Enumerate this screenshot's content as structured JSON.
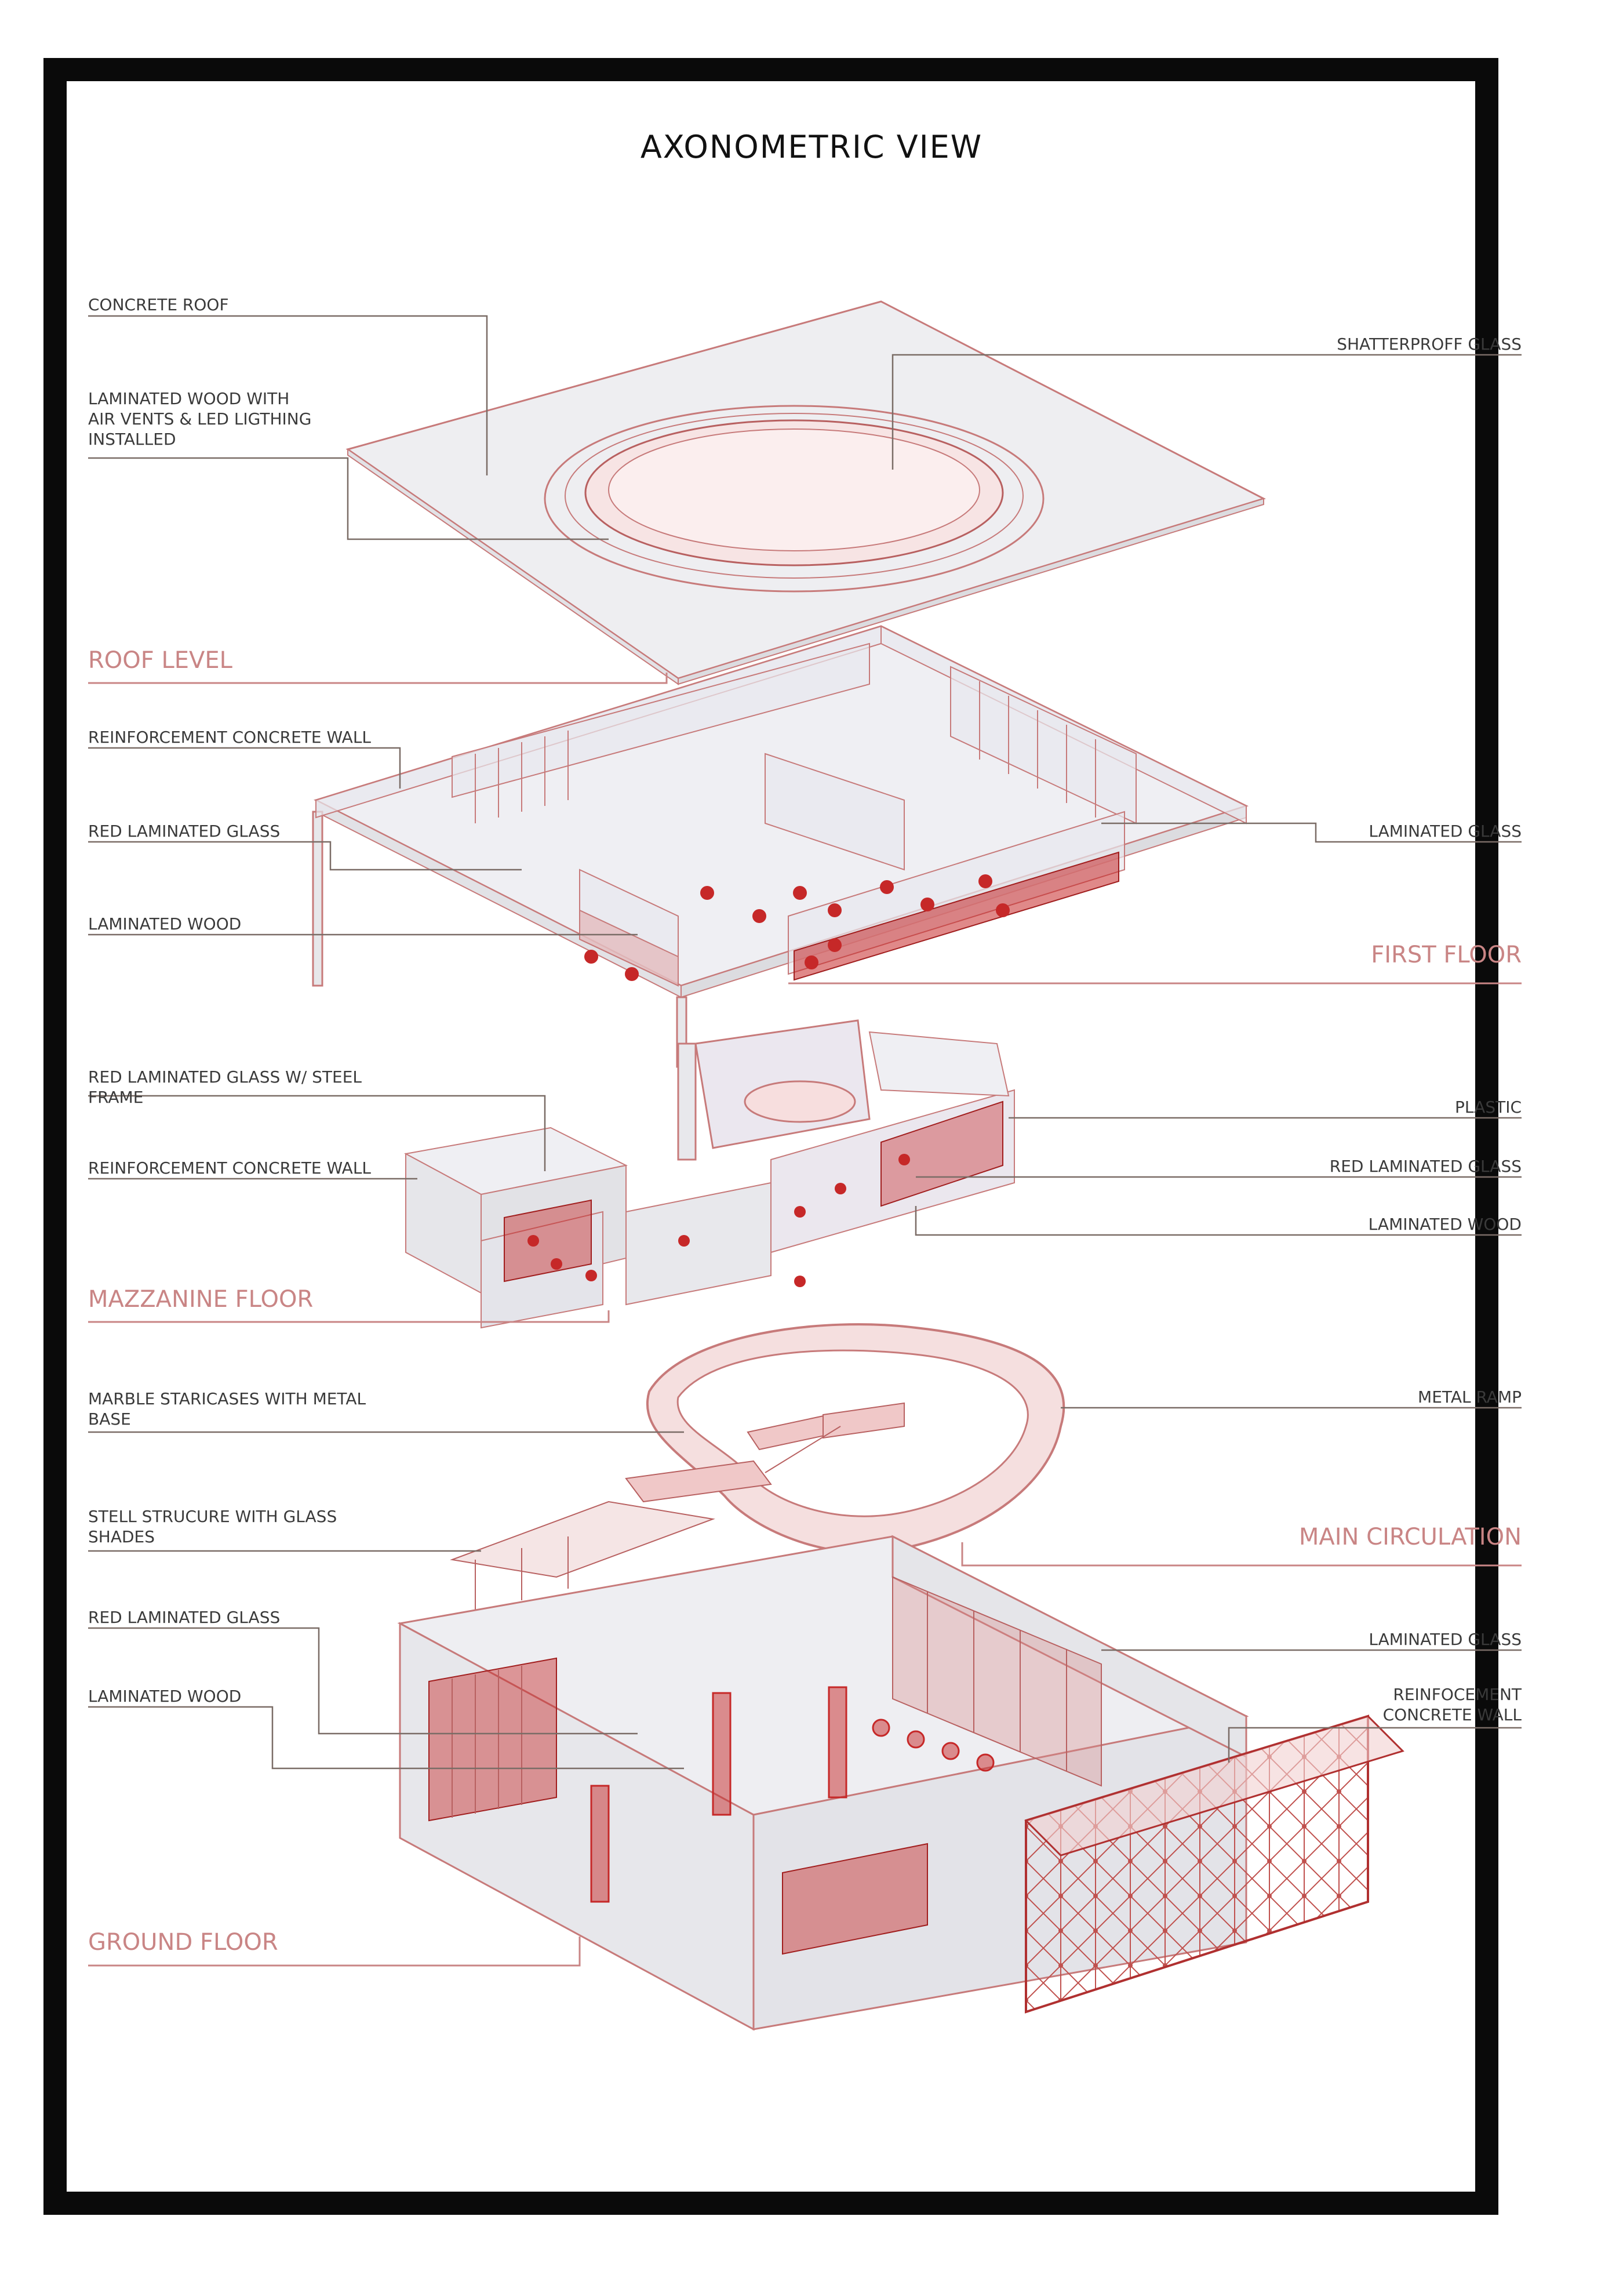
{
  "title": "AXONOMETRIC VIEW",
  "colors": {
    "frame": "#0a0a0a",
    "leader": "#7a6c66",
    "level_label": "#c98585",
    "accent_red": "#c62828",
    "line_red": "#c77a7a",
    "glass_fill": "#f4dede",
    "concrete_fill": "#ececef"
  },
  "levels": {
    "roof": "ROOF LEVEL",
    "first": "FIRST FLOOR",
    "mezzanine": "MAZZANINE FLOOR",
    "circulation": "MAIN CIRCULATION",
    "ground": "GROUND FLOOR"
  },
  "labels": {
    "concrete_roof": "CONCRETE ROOF",
    "laminated_wood_vents": [
      "LAMINATED WOOD WITH",
      "AIR VENTS & LED LIGTHING",
      "INSTALLED"
    ],
    "shatterproff_glass": "SHATTERPROFF GLASS",
    "ff_reinforcement_wall": "REINFORCEMENT CONCRETE WALL",
    "ff_red_glass": "RED LAMINATED GLASS",
    "ff_laminated_wood": "LAMINATED WOOD",
    "ff_laminated_glass": "LAMINATED GLASS",
    "mz_red_glass_steel": [
      "RED LAMINATED GLASS W/ STEEL",
      "FRAME"
    ],
    "mz_reinforcement_wall": "REINFORCEMENT CONCRETE WALL",
    "mz_plastic": "PLASTIC",
    "mz_red_glass": "RED LAMINATED GLASS",
    "mz_laminated_wood": "LAMINATED WOOD",
    "marble_staircases": [
      "MARBLE STARICASES WITH METAL",
      "BASE"
    ],
    "metal_ramp": "METAL RAMP",
    "steel_structure": [
      "STELL STRUCURE WITH GLASS",
      "SHADES"
    ],
    "gf_red_glass": "RED LAMINATED GLASS",
    "gf_laminated_wood": "LAMINATED WOOD",
    "gf_laminated_glass": "LAMINATED GLASS",
    "gf_reinforcement_wall": [
      "REINFOCEMENT",
      "CONCRETE WALL"
    ]
  }
}
